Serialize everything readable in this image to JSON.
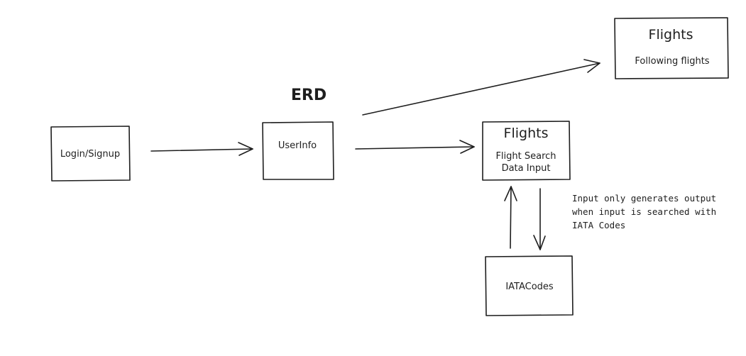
{
  "diagram": {
    "title": "ERD",
    "boxes": {
      "login": {
        "label": "Login/Signup"
      },
      "userinfo": {
        "label": "UserInfo"
      },
      "flights_search": {
        "title": "Flights",
        "line1": "Flight Search",
        "line2": "Data Input"
      },
      "flights_following": {
        "title": "Flights",
        "subtitle": "Following flights"
      },
      "iata": {
        "label": "IATACodes"
      }
    },
    "note": {
      "lines": [
        "Input only generates output",
        "when input is searched with",
        "IATA Codes"
      ]
    }
  }
}
